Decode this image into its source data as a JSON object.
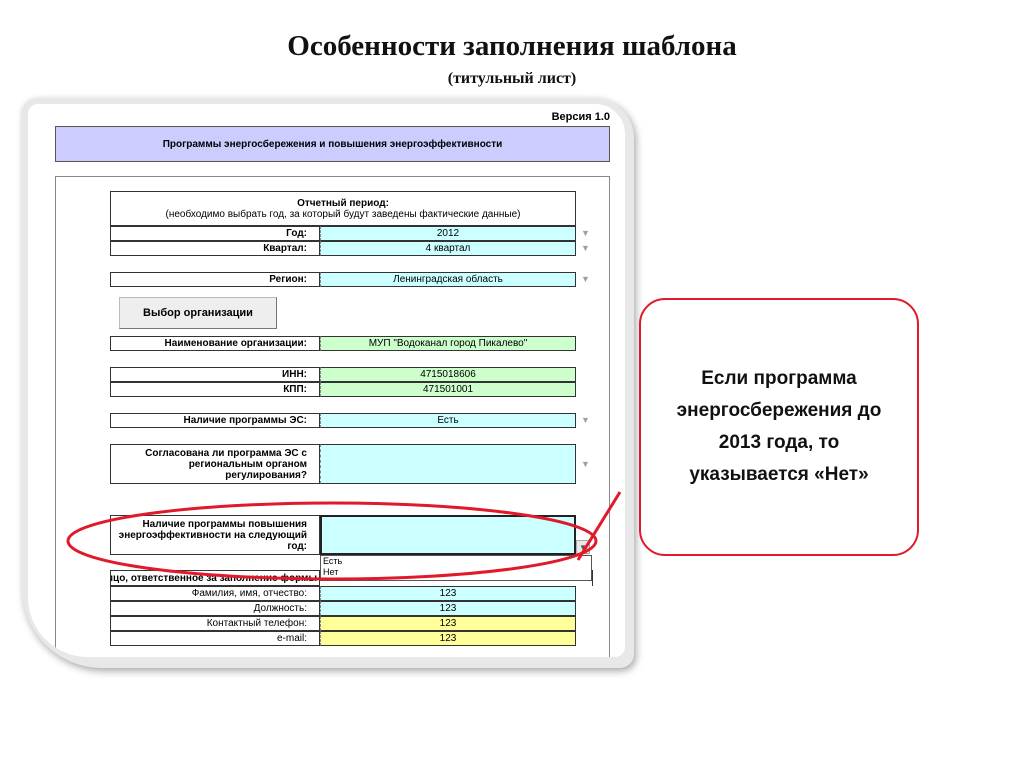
{
  "slide": {
    "title": "Особенности заполнения шаблона",
    "subtitle": "(титульный лист)"
  },
  "sheet": {
    "version": "Версия 1.0",
    "header": "Программы энергосбережения и повышения энергоэффективности",
    "period_title": "Отчетный период:",
    "period_note": "(необходимо выбрать год, за который будут заведены фактические данные)",
    "year_label": "Год:",
    "year_value": "2012",
    "quarter_label": "Квартал:",
    "quarter_value": "4 квартал",
    "region_label": "Регион:",
    "region_value": "Ленинградская область",
    "choose_org_button": "Выбор организации",
    "org_name_label": "Наименование организации:",
    "org_name_value": "МУП \"Водоканал город Пикалево\"",
    "inn_label": "ИНН:",
    "inn_value": "4715018606",
    "kpp_label": "КПП:",
    "kpp_value": "471501001",
    "es_program_label": "Наличие программы ЭС:",
    "es_program_value": "Есть",
    "agreed_label": "Согласована ли программа ЭС с региональным органом регулирования?",
    "agreed_value": "",
    "next_year_label": "Наличие программы повышения энергоэффективности на следующий год:",
    "next_year_value": "",
    "dropdown_options": [
      "Есть",
      "Нет"
    ],
    "responsible_header": "Должностное лицо, ответственное за заполнение формы",
    "fio_label": "Фамилия, имя, отчество:",
    "fio_value": "123",
    "position_label": "Должность:",
    "position_value": "123",
    "phone_label": "Контактный телефон:",
    "phone_value": "123",
    "email_label": "e-mail:",
    "email_value": "123"
  },
  "callout": {
    "text": "Если программа энергосбережения до 2013 года,  то указывается «Нет»"
  },
  "colors": {
    "highlight_red": "#e01a2a",
    "header_lavender": "#ccccff",
    "cell_blue": "#ccffff",
    "cell_green": "#ccffcc",
    "cell_yellow": "#ffff99"
  }
}
